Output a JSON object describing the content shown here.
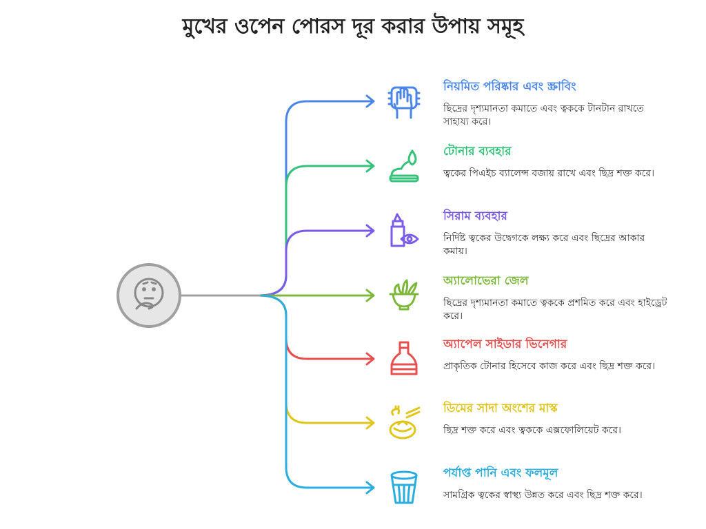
{
  "title": "মুখের ওপেন পোরস দূর করার উপায় সমূহ",
  "center_icon": "thinking-face-icon",
  "trunk_color": "#a0a0a0",
  "items": [
    {
      "title": "নিয়মিত পরিষ্কার এবং স্ক্রাবিং",
      "desc": "ছিদ্রের দৃশ্যমানতা কমাতে এবং ত্বককে টানটান রাখতে সাহায্য করে।",
      "color": "#4a86e8",
      "icon": "hand-scrub-icon"
    },
    {
      "title": "টোনার ব্যবহার",
      "desc": "ত্বকের পিএইচ ব্যালেন্স বজায় রাখে এবং ছিদ্র শক্ত করে।",
      "color": "#34c27a",
      "icon": "cream-drop-icon"
    },
    {
      "title": "সিরাম ব্যবহার",
      "desc": "নির্দিষ্ট ত্বকের উদ্বেগকে লক্ষ্য করে এবং ছিদ্রের আকার কমায়।",
      "color": "#7b5ce6",
      "icon": "serum-bottle-eye-icon"
    },
    {
      "title": "অ্যালোভেরা জেল",
      "desc": "ছিদ্রের দৃশ্যমানতা কমাতে ত্বককে প্রশমিত করে এবং হাইড্রেট করে।",
      "color": "#7cb83a",
      "icon": "aloe-bowl-icon"
    },
    {
      "title": "অ্যাপেল সাইডার ভিনেগার",
      "desc": "প্রাকৃতিক টোনার হিসেবে কাজ করে এবং ছিদ্র শক্ত করে।",
      "color": "#e5504f",
      "icon": "vinegar-bottle-icon"
    },
    {
      "title": "ডিমের সাদা অংশের মাস্ক",
      "desc": "ছিদ্র শক্ত করে এবং ত্বককে এক্সফোলিয়েট করে।",
      "color": "#e0c51a",
      "icon": "egg-mask-icon"
    },
    {
      "title": "পর্যাপ্ত পানি এবং ফলমূল",
      "desc": "সামগ্রিক ত্বকের স্বাস্থ্য উন্নত করে এবং ছিদ্র শক্ত করে।",
      "color": "#2aaee0",
      "icon": "water-glass-icon"
    }
  ]
}
